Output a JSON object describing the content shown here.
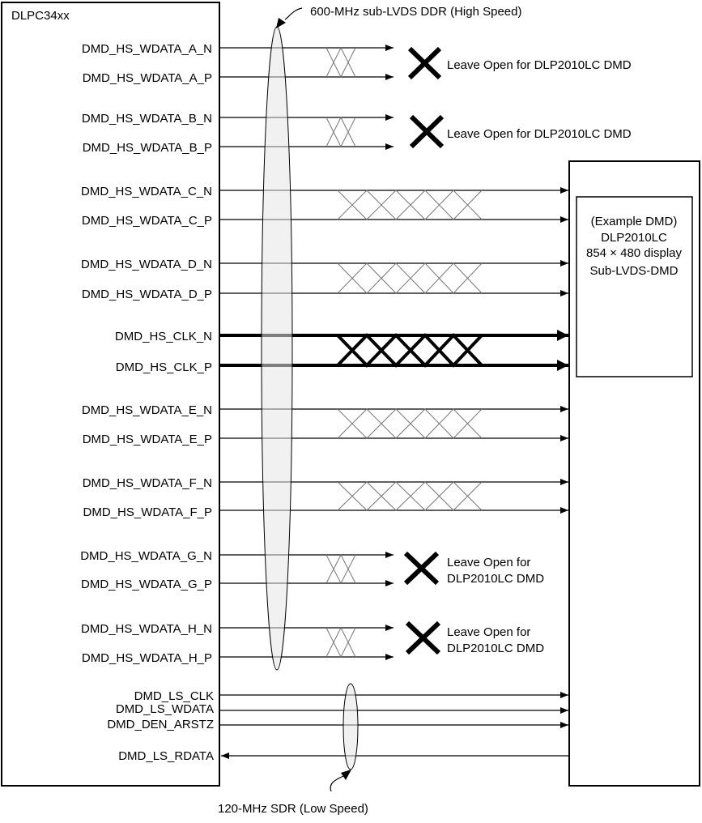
{
  "controller": {
    "title": "DLPC34xx",
    "signals_hs": [
      "DMD_HS_WDATA_A_N",
      "DMD_HS_WDATA_A_P",
      "DMD_HS_WDATA_B_N",
      "DMD_HS_WDATA_B_P",
      "DMD_HS_WDATA_C_N",
      "DMD_HS_WDATA_C_P",
      "DMD_HS_WDATA_D_N",
      "DMD_HS_WDATA_D_P",
      "DMD_HS_CLK_N",
      "DMD_HS_CLK_P",
      "DMD_HS_WDATA_E_N",
      "DMD_HS_WDATA_E_P",
      "DMD_HS_WDATA_F_N",
      "DMD_HS_WDATA_F_P",
      "DMD_HS_WDATA_G_N",
      "DMD_HS_WDATA_G_P",
      "DMD_HS_WDATA_H_N",
      "DMD_HS_WDATA_H_P"
    ],
    "signals_ls": [
      "DMD_LS_CLK",
      "DMD_LS_WDATA",
      "DMD_DEN_ARSTZ",
      "DMD_LS_RDATA"
    ]
  },
  "bus_labels": {
    "high_speed": "600-MHz sub-LVDS DDR (High Speed)",
    "low_speed": "120-MHz SDR (Low Speed)"
  },
  "open_notes": {
    "single_line": "Leave Open for DLP2010LC DMD",
    "line1": "Leave Open for",
    "line2": "DLP2010LC DMD"
  },
  "dmd": {
    "line1": "(Example DMD)",
    "line2": "DLP2010LC",
    "line3": "854 × 480 display",
    "line4": "Sub-LVDS-DMD"
  }
}
